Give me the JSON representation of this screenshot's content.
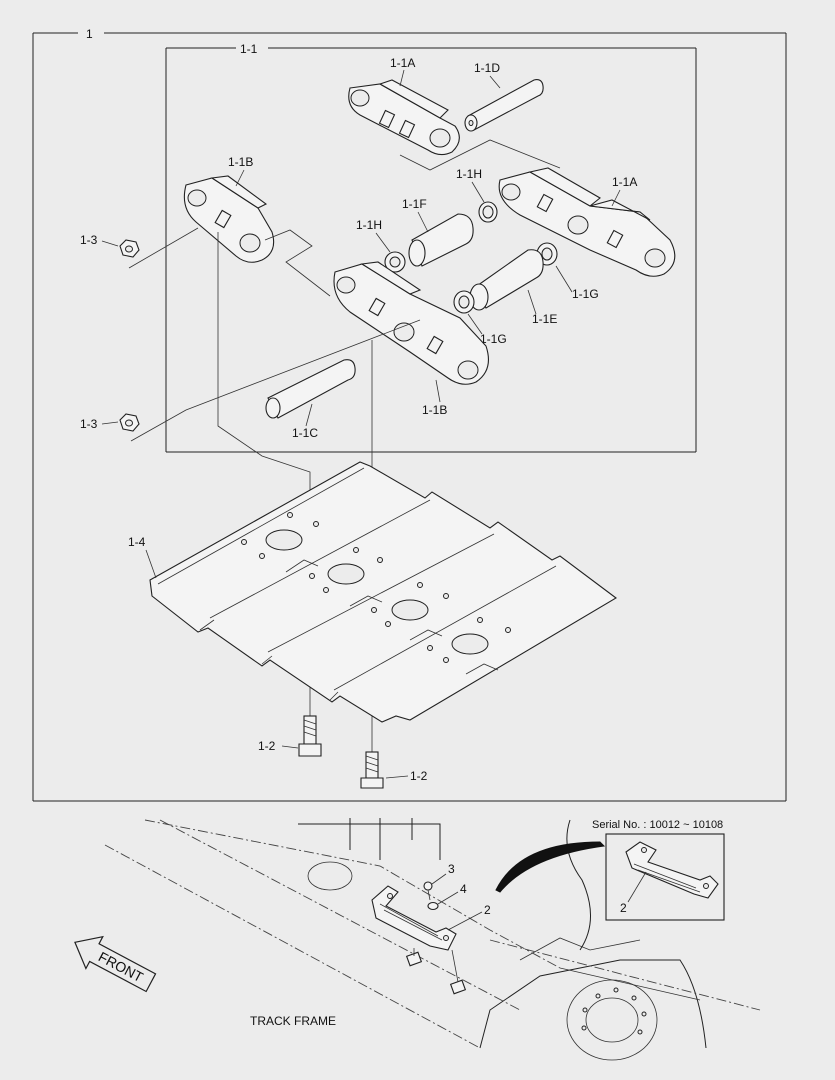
{
  "callouts": {
    "assembly": "1",
    "link_assembly": "1-1",
    "link_a_top": "1-1A",
    "pin_d": "1-1D",
    "link_b_left": "1-1B",
    "link_a_right": "1-1A",
    "seal_h_1": "1-1H",
    "bushing_f": "1-1F",
    "seal_h_2": "1-1H",
    "nut_3_upper": "1-3",
    "seal_g_1": "1-1G",
    "bushing_e": "1-1E",
    "seal_g_2": "1-1G",
    "nut_3_lower": "1-3",
    "link_b_bottom": "1-1B",
    "pin_c": "1-1C",
    "shoe": "1-4",
    "bolt_left": "1-2",
    "bolt_right": "1-2",
    "bolt_3": "3",
    "washer_4": "4",
    "guard_2": "2",
    "guard_2_inset": "2"
  },
  "serial_note": "Serial No. : 10012 ~ 10108",
  "front_label": "FRONT",
  "track_frame_label": "TRACK FRAME"
}
